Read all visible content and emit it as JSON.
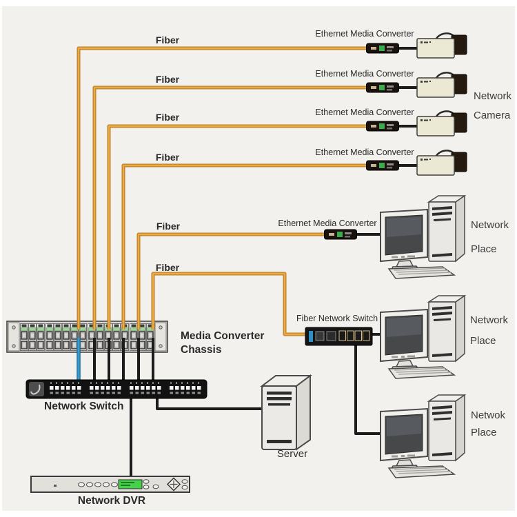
{
  "diagram": {
    "type": "network-topology",
    "background": "#f3f1ee",
    "colors": {
      "fiber_cable": "#e3a23d",
      "copper_cable": "#1c1c1c",
      "uplink_cable_blue": "#2d8fc0",
      "label_text": "#2a2a2a"
    },
    "labels": {
      "fiber": "Fiber",
      "ethernet_media_converter": "Ethernet Media Converter",
      "fiber_network_switch": "Fiber Network Switch",
      "media_converter_chassis": [
        "Media Converter",
        "Chassis"
      ],
      "network_switch": "Network Switch",
      "network_dvr": "Network DVR",
      "server": "Server",
      "network_camera": [
        "Network",
        "Camera"
      ],
      "network_place": [
        "Network",
        "Place"
      ],
      "netwok_place": [
        "Netwok",
        "Place"
      ]
    },
    "counts": {
      "fiber_links": 6,
      "ethernet_media_converters": 5,
      "network_cameras": 4,
      "workstations": 3
    },
    "connections": [
      "camera-1 > media-converter-1 > fiber > chassis",
      "camera-2 > media-converter-2 > fiber > chassis",
      "camera-3 > media-converter-3 > fiber > chassis",
      "camera-4 > media-converter-4 > fiber > chassis",
      "workstation-1 > media-converter-5 > fiber > chassis",
      "fiber-network-switch > fiber > chassis",
      "fiber-network-switch > workstation-2",
      "fiber-network-switch > workstation-3",
      "chassis > network-switch (1 blue + 5 black uplinks)",
      "network-switch > network-dvr",
      "network-switch > server"
    ]
  }
}
